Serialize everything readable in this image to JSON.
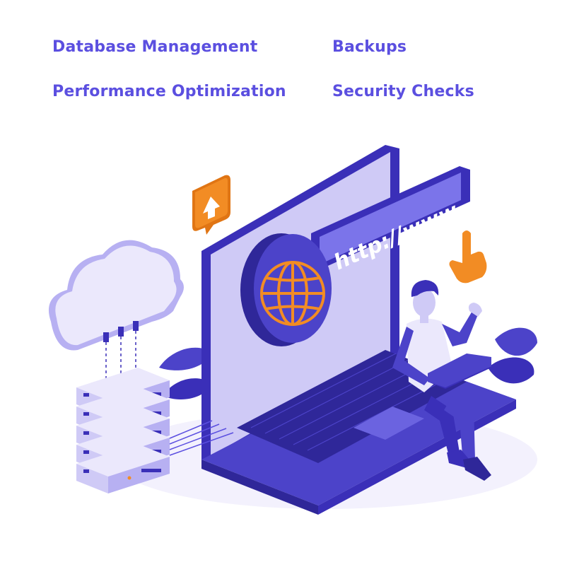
{
  "features": [
    {
      "label": "Database Management"
    },
    {
      "label": "Backups"
    },
    {
      "label": "Performance Optimization"
    },
    {
      "label": "Security Checks"
    }
  ],
  "address_bar": {
    "text": "http://www."
  },
  "icons": {
    "upload": "upload-arrow-icon",
    "cursor": "hand-pointer-icon",
    "globe": "globe-icon",
    "cloud": "cloud-icon",
    "server": "server-rack-icon",
    "laptop": "laptop-icon",
    "person": "person-icon"
  },
  "colors": {
    "accent": "#5b4fe0",
    "primary_dark": "#3a2fb8",
    "primary": "#4c43c9",
    "light_purple": "#cfcaf6",
    "pale_purple": "#ebe8fc",
    "orange": "#f28c24"
  }
}
